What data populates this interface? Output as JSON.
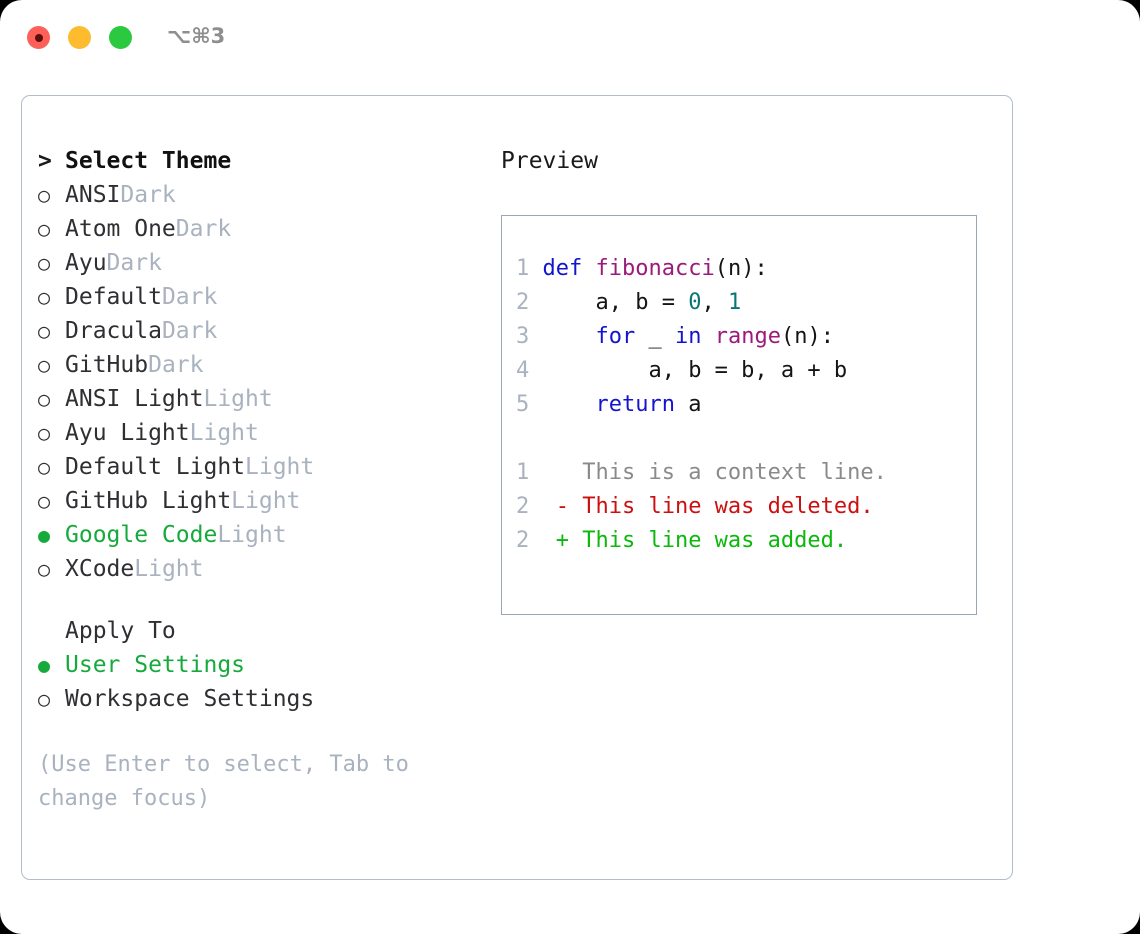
{
  "window": {
    "shortcut": "⌥⌘3",
    "traffic_lights": [
      {
        "name": "close",
        "color": "#fc6058"
      },
      {
        "name": "minimize",
        "color": "#fdbc2d"
      },
      {
        "name": "maximize",
        "color": "#2bc940"
      }
    ]
  },
  "theme_picker": {
    "prompt": ">",
    "header": "Select Theme",
    "bullet_off": "○",
    "bullet_on": "●",
    "items": [
      {
        "name": "ANSI",
        "kind": "Dark",
        "selected": false
      },
      {
        "name": "Atom One",
        "kind": "Dark",
        "selected": false
      },
      {
        "name": "Ayu",
        "kind": "Dark",
        "selected": false
      },
      {
        "name": "Default",
        "kind": "Dark",
        "selected": false
      },
      {
        "name": "Dracula",
        "kind": "Dark",
        "selected": false
      },
      {
        "name": "GitHub",
        "kind": "Dark",
        "selected": false
      },
      {
        "name": "ANSI Light",
        "kind": "Light",
        "selected": false
      },
      {
        "name": "Ayu Light",
        "kind": "Light",
        "selected": false
      },
      {
        "name": "Default Light",
        "kind": "Light",
        "selected": false
      },
      {
        "name": "GitHub Light",
        "kind": "Light",
        "selected": false
      },
      {
        "name": "Google Code",
        "kind": "Light",
        "selected": true
      },
      {
        "name": "XCode",
        "kind": "Light",
        "selected": false
      }
    ]
  },
  "apply_to": {
    "header": "Apply To",
    "items": [
      {
        "name": "User Settings",
        "selected": true
      },
      {
        "name": "Workspace Settings",
        "selected": false
      }
    ]
  },
  "hint": "(Use Enter to select, Tab to change focus)",
  "preview": {
    "title": "Preview",
    "code_lines": [
      {
        "ln": "1",
        "tokens": [
          {
            "t": "def ",
            "c": "kw"
          },
          {
            "t": "fibonacci",
            "c": "fn"
          },
          {
            "t": "(n):",
            "c": "plain"
          }
        ]
      },
      {
        "ln": "2",
        "tokens": [
          {
            "t": "    a, b = ",
            "c": "plain"
          },
          {
            "t": "0",
            "c": "num"
          },
          {
            "t": ", ",
            "c": "plain"
          },
          {
            "t": "1",
            "c": "num"
          }
        ]
      },
      {
        "ln": "3",
        "tokens": [
          {
            "t": "    ",
            "c": "plain"
          },
          {
            "t": "for",
            "c": "kw"
          },
          {
            "t": " _ ",
            "c": "plain"
          },
          {
            "t": "in",
            "c": "kw"
          },
          {
            "t": " ",
            "c": "plain"
          },
          {
            "t": "range",
            "c": "fn"
          },
          {
            "t": "(n):",
            "c": "plain"
          }
        ]
      },
      {
        "ln": "4",
        "tokens": [
          {
            "t": "        a, b = b, a + b",
            "c": "plain"
          }
        ]
      },
      {
        "ln": "5",
        "tokens": [
          {
            "t": "    ",
            "c": "plain"
          },
          {
            "t": "return",
            "c": "kw"
          },
          {
            "t": " a",
            "c": "plain"
          }
        ]
      }
    ],
    "diff_lines": [
      {
        "ln": "1",
        "marker": " ",
        "text": "This is a context line.",
        "kind": "ctx"
      },
      {
        "ln": "2",
        "marker": "-",
        "text": "This line was deleted.",
        "kind": "del"
      },
      {
        "ln": "2",
        "marker": "+",
        "text": "This line was added.",
        "kind": "add"
      }
    ]
  },
  "colors": {
    "accent_green": "#16aa3c",
    "muted": "#a9b2bf",
    "keyword": "#1414cf",
    "function": "#9c1a7a",
    "number": "#0b7575",
    "diff_add": "#0bb80b",
    "diff_del": "#cc1010",
    "panel_border": "#b3bdca",
    "preview_border": "#9aa6b5"
  }
}
